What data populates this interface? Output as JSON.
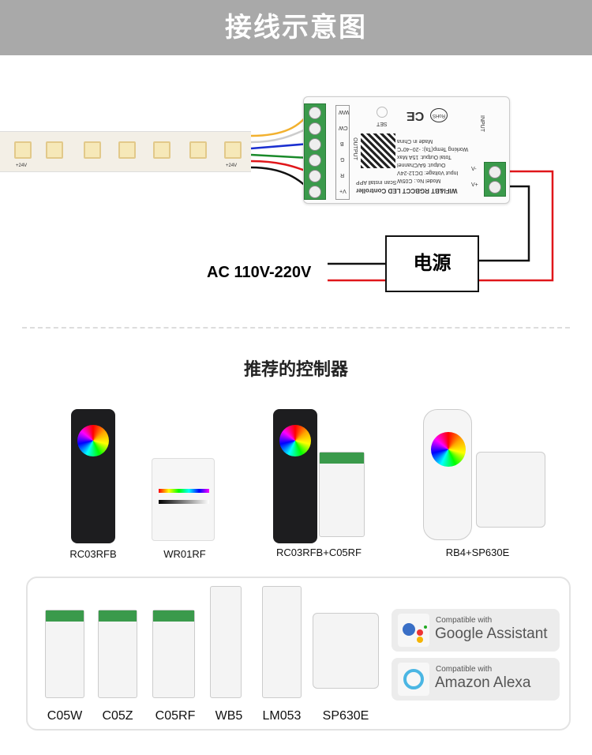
{
  "header": {
    "title": "接线示意图"
  },
  "controller": {
    "output_label": "OUTPUT",
    "channels": [
      "WW",
      "CW",
      "B",
      "G",
      "R",
      "V+"
    ],
    "set_label": "SET",
    "input_label": "INPUT",
    "input_pins": [
      "V-",
      "V+"
    ],
    "title": "WIFI&BT RGBCCT LED Controller",
    "scan": "Scan install APP",
    "specs": [
      "Model No.: C05W",
      "Input Voltage: DC12-24V",
      "Output: 6A/Channel",
      "Total Output: 15A Max",
      "Working Temp(Ta): -20~40°C",
      "Made in China"
    ],
    "marks": [
      "CE",
      "RoHS"
    ]
  },
  "strip": {
    "labels": [
      "+24V",
      "+24V"
    ]
  },
  "power": {
    "label": "电源"
  },
  "ac": {
    "label": "AC 110V-220V"
  },
  "wire_colors": {
    "ww": "#f2b12f",
    "cw": "#cccccc",
    "b": "#1a2fd0",
    "g": "#1a8a2a",
    "r": "#e0161a",
    "v": "#111111"
  },
  "recommended": {
    "title": "推荐的控制器",
    "products": [
      {
        "label": "RC03RFB"
      },
      {
        "label": "WR01RF"
      },
      {
        "label": "RC03RFB+C05RF"
      },
      {
        "label": "RB4+SP630E"
      }
    ]
  },
  "bottom": {
    "models": [
      "C05W",
      "C05Z",
      "C05RF",
      "WB5",
      "LM053",
      "SP630E"
    ],
    "badges": [
      {
        "small": "Compatible with",
        "big": "Google Assistant"
      },
      {
        "small": "Compatible with",
        "big": "Amazon Alexa"
      }
    ]
  }
}
